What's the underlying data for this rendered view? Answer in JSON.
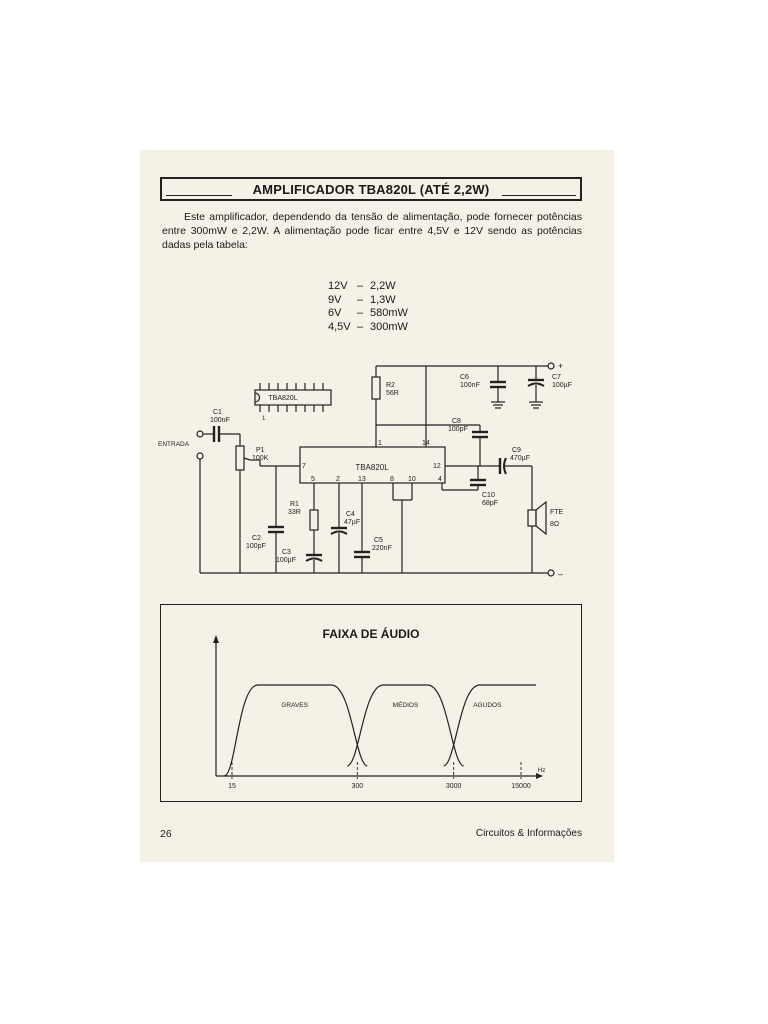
{
  "title": "AMPLIFICADOR TBA820L (ATÉ 2,2W)",
  "intro": "Este amplificador, dependendo da tensão de alimentação, pode fornecer potências entre 300mW e 2,2W. A alimentação pode ficar entre 4,5V e 12V sendo as potências dadas pela tabela:",
  "power_table": [
    {
      "voltage": "12V",
      "dash": "–",
      "power": "2,2W"
    },
    {
      "voltage": "9V",
      "dash": "–",
      "power": "1,3W"
    },
    {
      "voltage": "6V",
      "dash": "–",
      "power": "580mW"
    },
    {
      "voltage": "4,5V",
      "dash": "–",
      "power": "300mW"
    }
  ],
  "schematic": {
    "ic_package_label": "TBA820L",
    "ic_package_pin": "1",
    "ic_label": "TBA820L",
    "input_label": "ENTRADA",
    "components": {
      "c1": {
        "name": "C1",
        "value": "100nF"
      },
      "p1": {
        "name": "P1",
        "value": "100K"
      },
      "r2": {
        "name": "R2",
        "value": "56R"
      },
      "c6": {
        "name": "C6",
        "value": "100nF"
      },
      "c7": {
        "name": "C7",
        "value": "100µF"
      },
      "c8": {
        "name": "C8",
        "value": "100pF"
      },
      "c9": {
        "name": "C9",
        "value": "470µF"
      },
      "c10": {
        "name": "C10",
        "value": "68pF"
      },
      "r1": {
        "name": "R1",
        "value": "33R"
      },
      "c4": {
        "name": "C4",
        "value": "47µF"
      },
      "c5": {
        "name": "C5",
        "value": "220nF"
      },
      "c2": {
        "name": "C2",
        "value": "100pF"
      },
      "c3": {
        "name": "C3",
        "value": "100µF"
      },
      "speaker": {
        "name": "FTE",
        "value": "8Ω"
      }
    },
    "pins": {
      "p1": "1",
      "p14": "14",
      "p7": "7",
      "p12": "12",
      "p5": "5",
      "p2": "2",
      "p13": "13",
      "p8": "8",
      "p10": "10",
      "p4": "4"
    },
    "supply_plus": "+",
    "supply_minus": "–"
  },
  "chart_data": {
    "type": "line",
    "title": "FAIXA DE ÁUDIO",
    "x_scale": "log",
    "unit_label": "Hz",
    "x_ticks": [
      15,
      300,
      3000,
      15000
    ],
    "x_tick_labels": [
      "15",
      "300",
      "3000",
      "15000"
    ],
    "series": [
      {
        "name": "GRAVES",
        "x_range": [
          15,
          300
        ]
      },
      {
        "name": "MÉDIOS",
        "x_range": [
          300,
          3000
        ]
      },
      {
        "name": "AGUDOS",
        "x_range": [
          3000,
          15000
        ]
      }
    ],
    "grid": false
  },
  "footer": {
    "page_number": "26",
    "publication": "Circuitos & Informações"
  }
}
